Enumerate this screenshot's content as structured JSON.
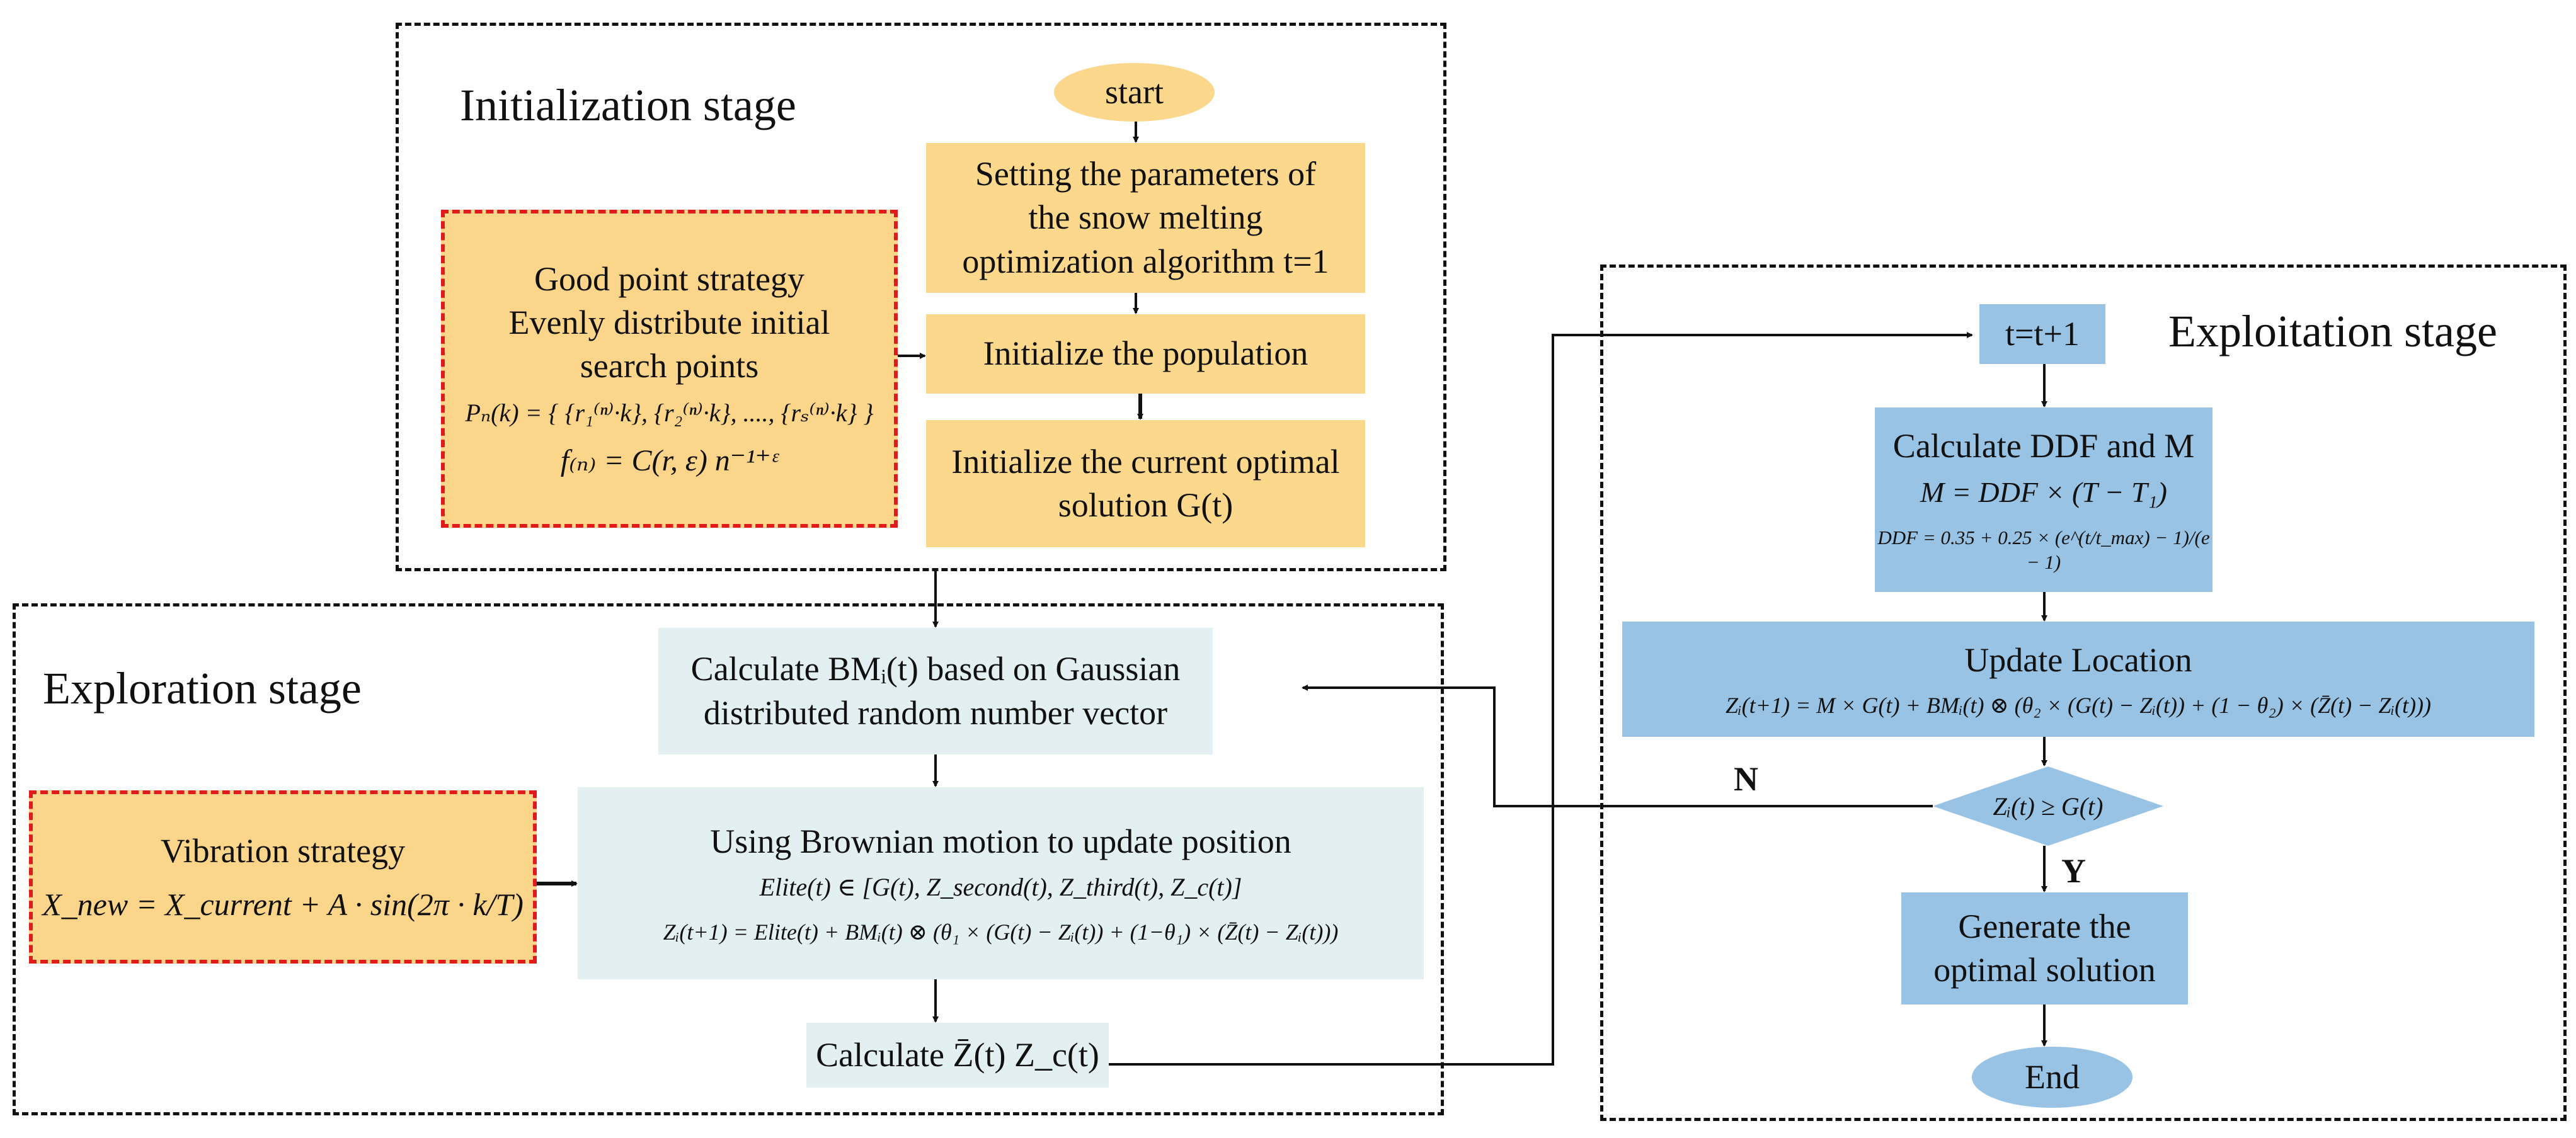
{
  "stages": {
    "initialization": "Initialization stage",
    "exploration": "Exploration stage",
    "exploitation": "Exploitation stage"
  },
  "nodes": {
    "start": "start",
    "set_params": [
      "Setting the parameters of",
      "the snow melting",
      "optimization algorithm t=1"
    ],
    "init_pop": "Initialize the population",
    "init_opt": [
      "Initialize the current optimal",
      "solution G(t)"
    ],
    "good_point": {
      "lines": [
        "Good point strategy",
        "Evenly distribute initial",
        "search points"
      ],
      "formula1": "Pₙ(k) = { {r₁⁽ⁿ⁾·k}, {r₂⁽ⁿ⁾·k}, ...., {rₛ⁽ⁿ⁾·k} }",
      "formula2": "f₍ₙ₎ = C(r, ε) n⁻¹⁺ᵋ"
    },
    "calc_bm": [
      "Calculate BMᵢ(t) based on Gaussian",
      "distributed random number vector"
    ],
    "brownian": {
      "title": "Using Brownian motion to update position",
      "formula1": "Elite(t) ∈ [G(t), Z_second(t), Z_third(t), Z_c(t)]",
      "formula2": "Zᵢ(t+1) = Elite(t) + BMᵢ(t) ⊗ (θ₁ × (G(t) − Zᵢ(t)) + (1−θ₁) × (Z̄(t) − Zᵢ(t)))"
    },
    "vibration": {
      "title": "Vibration strategy",
      "formula": "X_new = X_current + A · sin(2π · k/T)"
    },
    "calc_z": "Calculate Z̄(t) Z_c(t)",
    "t_inc": "t=t+1",
    "ddf": {
      "title": "Calculate DDF and M",
      "formula1": "M = DDF × (T − T₁)",
      "formula2": "DDF = 0.35 + 0.25 × (e^(t/t_max) − 1)/(e − 1)"
    },
    "update_loc": {
      "title": "Update Location",
      "formula": "Zᵢ(t+1) = M × G(t) + BMᵢ(t) ⊗ (θ₂ × (G(t) − Zᵢ(t)) + (1 − θ₂) × (Z̄(t) − Zᵢ(t)))"
    },
    "decision": "Zᵢ(t) ≥ G(t)",
    "generate": [
      "Generate the",
      "optimal solution"
    ],
    "end": "End"
  },
  "branches": {
    "no": "N",
    "yes": "Y"
  },
  "colors": {
    "yellow": "#fcd88c",
    "teal": "#e3f0f1",
    "blue": "#99c3e4",
    "red_dash": "#e01b1b"
  }
}
